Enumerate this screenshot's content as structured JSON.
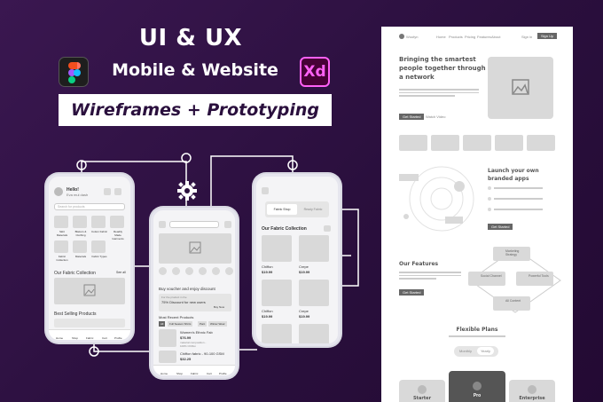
{
  "headline": "UI & UX",
  "subheadline": "Mobile & Website",
  "banner": "Wireframes + Prototyping",
  "xd_label": "Xd",
  "phone1": {
    "greeting": "Hello!",
    "user": "Eva mul dash",
    "search_placeholder": "Search for products",
    "categories": [
      "Skirt Materials",
      "Blazers & Clothing",
      "Cotton Fabric",
      "Readily Made Garments",
      "Fabric Collection",
      "Materials",
      "Fabric Types"
    ],
    "section1": "Our Fabric Collection",
    "see_all": "See all",
    "section2": "Best Selling Products",
    "nav": [
      "Home",
      "Shop",
      "Fabric",
      "Cart",
      "Profile"
    ]
  },
  "phone2": {
    "promo_title": "Buy voucher and enjoy discount",
    "promo_body": "75% Discount for new users",
    "promo_small": "For the product in the",
    "promo_btn": "Buy Now",
    "section": "Most Recent Products",
    "chips": [
      "All",
      "Full Season Shirts",
      "Pant",
      "Winter Wear"
    ],
    "products": [
      {
        "name": "Women's Ethnic Fab",
        "price": "$76.99",
        "meta": "material composition - 100% Chiffon"
      },
      {
        "name": "Chiffon fabric - 90-100 GSM",
        "price": "$32.25"
      }
    ],
    "nav": [
      "Home",
      "Shop",
      "Fabric",
      "Cart",
      "Profile"
    ]
  },
  "phone3": {
    "tabs": [
      "Fabric Shop",
      "Ready Fabric"
    ],
    "section": "Our Fabric Collection",
    "items": [
      {
        "name": "Chiffon",
        "price": "$19.99"
      },
      {
        "name": "Crepe",
        "price": "$19.99"
      },
      {
        "name": "Chiffon",
        "price": "$19.99"
      },
      {
        "name": "Crepe",
        "price": "$19.99"
      }
    ]
  },
  "website": {
    "brand": "Woofyn",
    "nav": [
      "Home",
      "Products",
      "Pricing",
      "Features",
      "About"
    ],
    "sign_in": "Sign in",
    "sign_up": "Sign Up",
    "hero_title": "Bringing the smartest people together through a network",
    "hero_btn": "Get Started",
    "hero_link": "Watch Video",
    "launch_title": "Launch your own branded apps",
    "launch_btn": "Get Started",
    "features_title": "Our Features",
    "features_btn": "Get Started",
    "features": [
      "Marketing Strategy",
      "Social Channel",
      "Powerful Tools",
      "All Content"
    ],
    "plans_title": "Flexible Plans",
    "toggle": [
      "Monthly",
      "Yearly"
    ],
    "plans": [
      "Starter",
      "Pro",
      "Enterprise"
    ]
  }
}
